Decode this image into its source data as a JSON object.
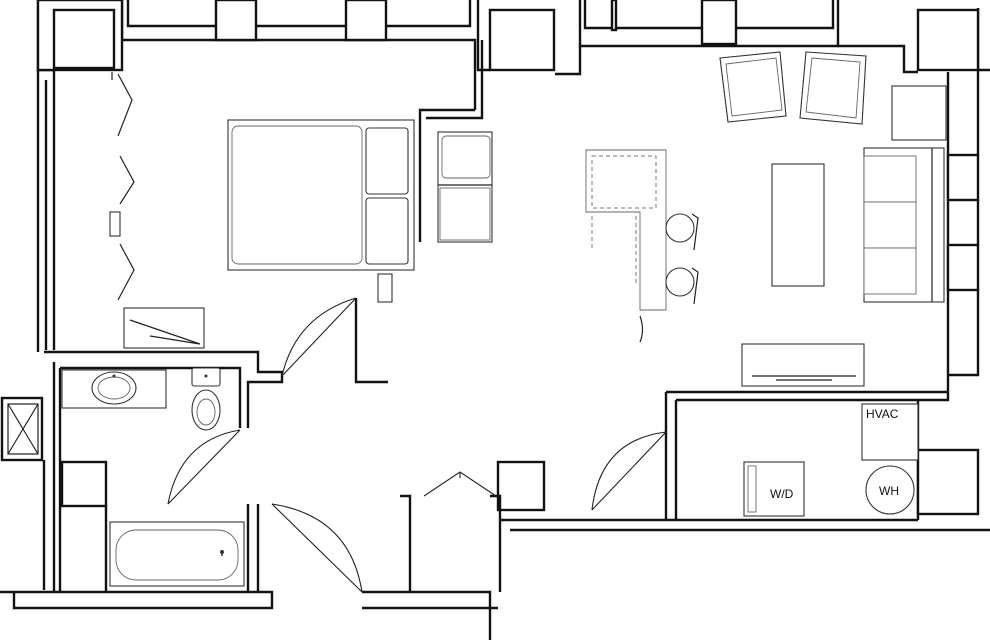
{
  "labels": {
    "hvac": "HVAC",
    "wd": "W/D",
    "wh": "WH"
  },
  "colors": {
    "line": "#111111",
    "background": "#ffffff"
  }
}
